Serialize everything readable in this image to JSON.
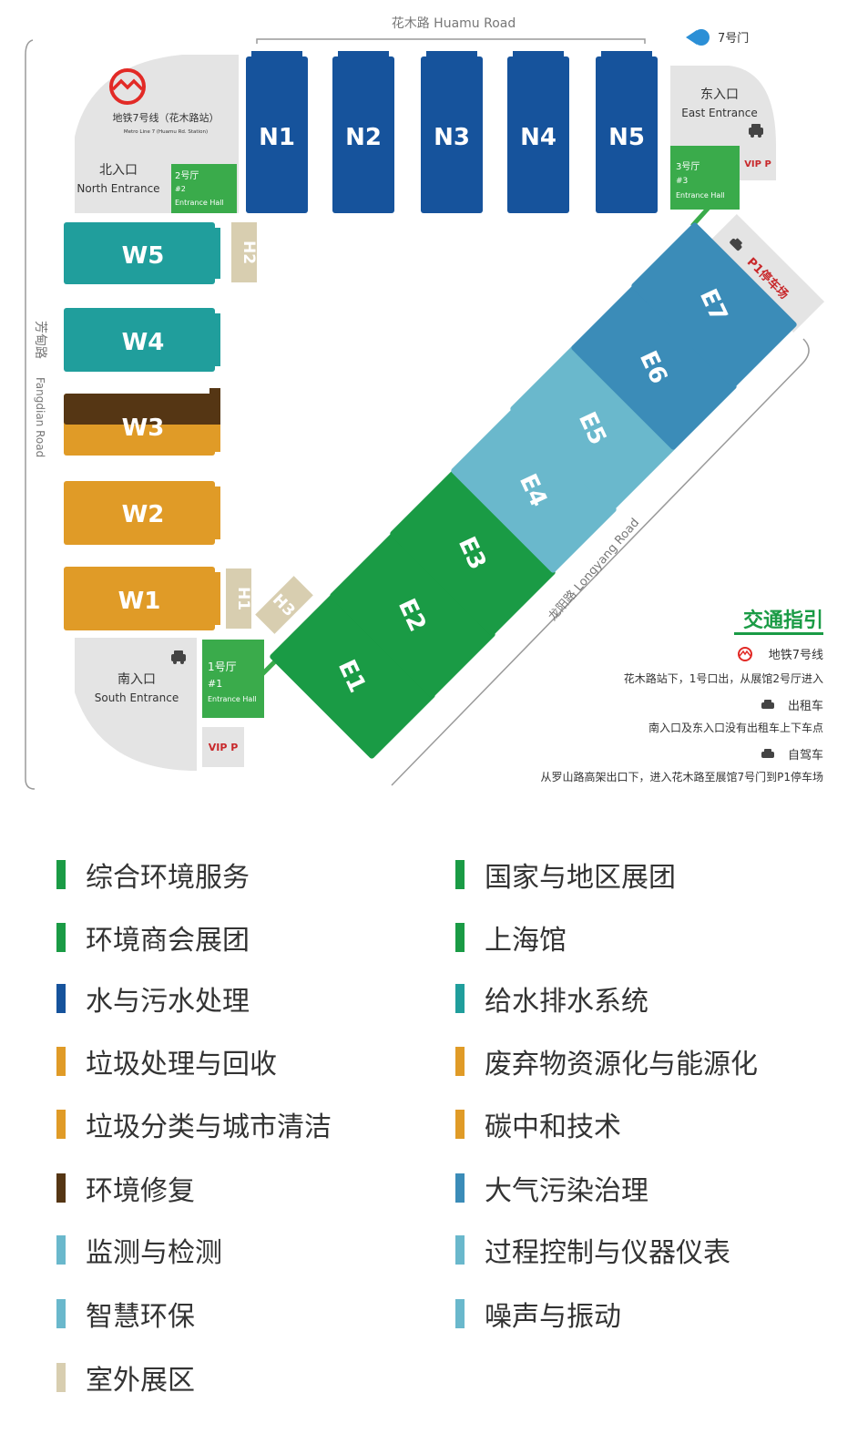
{
  "colors": {
    "green": "#1a9b45",
    "blue": "#16539c",
    "teal": "#209e9c",
    "orange": "#e09b27",
    "brown": "#553614",
    "lightblue": "#6ab8cc",
    "steelblue": "#3b8cb8",
    "tan": "#d8ceb0",
    "gray": "#e4e4e4",
    "red": "#e22a26"
  },
  "map": {
    "roads": {
      "huamu": "花木路  Huamu Road",
      "fangdian_cn": "芳甸路",
      "fangdian_en": "Fangdian Road",
      "longyang": "龙阳路  Longyang Road"
    },
    "gate7": "7号门",
    "metro": {
      "icon": "metro-logo-icon",
      "cn": "地铁7号线（花木路站）",
      "en": "Metro Line 7 (Huamu Rd. Station)"
    },
    "entrances": {
      "north_cn": "北入口",
      "north_en": "North Entrance",
      "east_cn": "东入口",
      "east_en": "East Entrance",
      "south_cn": "南入口",
      "south_en": "South Entrance"
    },
    "entrance_halls": {
      "h1_cn": "1号厅",
      "h1_num": "#1",
      "h1_en": "Entrance Hall",
      "h2_cn": "2号厅",
      "h2_num": "#2",
      "h2_en": "Entrance Hall",
      "h3_cn": "3号厅",
      "h3_num": "#3",
      "h3_en": "Entrance Hall"
    },
    "vip_p": "VIP P",
    "p1": "P1停车场",
    "halls": {
      "N1": "N1",
      "N2": "N2",
      "N3": "N3",
      "N4": "N4",
      "N5": "N5",
      "W1": "W1",
      "W2": "W2",
      "W3": "W3",
      "W4": "W4",
      "W5": "W5",
      "E1": "E1",
      "E2": "E2",
      "E3": "E3",
      "E4": "E4",
      "E5": "E5",
      "E6": "E6",
      "E7": "E7",
      "H1": "H1",
      "H2": "H2",
      "H3": "H3"
    },
    "traffic": {
      "title": "交通指引",
      "metro_label": "地铁7号线",
      "metro_desc": "花木路站下，1号口出，从展馆2号厅进入",
      "taxi_label": "出租车",
      "taxi_desc": "南入口及东入口没有出租车上下车点",
      "car_label": "自驾车",
      "car_desc": "从罗山路高架出口下，进入花木路至展馆7号门到P1停车场"
    }
  },
  "legend": [
    {
      "label": "综合环境服务",
      "color": "#1a9b45"
    },
    {
      "label": "国家与地区展团",
      "color": "#1a9b45"
    },
    {
      "label": "环境商会展团",
      "color": "#1a9b45"
    },
    {
      "label": "上海馆",
      "color": "#1a9b45"
    },
    {
      "label": "水与污水处理",
      "color": "#16539c"
    },
    {
      "label": "给水排水系统",
      "color": "#209e9c"
    },
    {
      "label": "垃圾处理与回收",
      "color": "#e09b27"
    },
    {
      "label": "废弃物资源化与能源化",
      "color": "#e09b27"
    },
    {
      "label": "垃圾分类与城市清洁",
      "color": "#e09b27"
    },
    {
      "label": "碳中和技术",
      "color": "#e09b27"
    },
    {
      "label": "环境修复",
      "color": "#553614"
    },
    {
      "label": "大气污染治理",
      "color": "#3b8cb8"
    },
    {
      "label": "监测与检测",
      "color": "#6ab8cc"
    },
    {
      "label": "过程控制与仪器仪表",
      "color": "#6ab8cc"
    },
    {
      "label": "智慧环保",
      "color": "#6ab8cc"
    },
    {
      "label": "噪声与振动",
      "color": "#6ab8cc"
    },
    {
      "label": "室外展区",
      "color": "#d8ceb0"
    }
  ]
}
